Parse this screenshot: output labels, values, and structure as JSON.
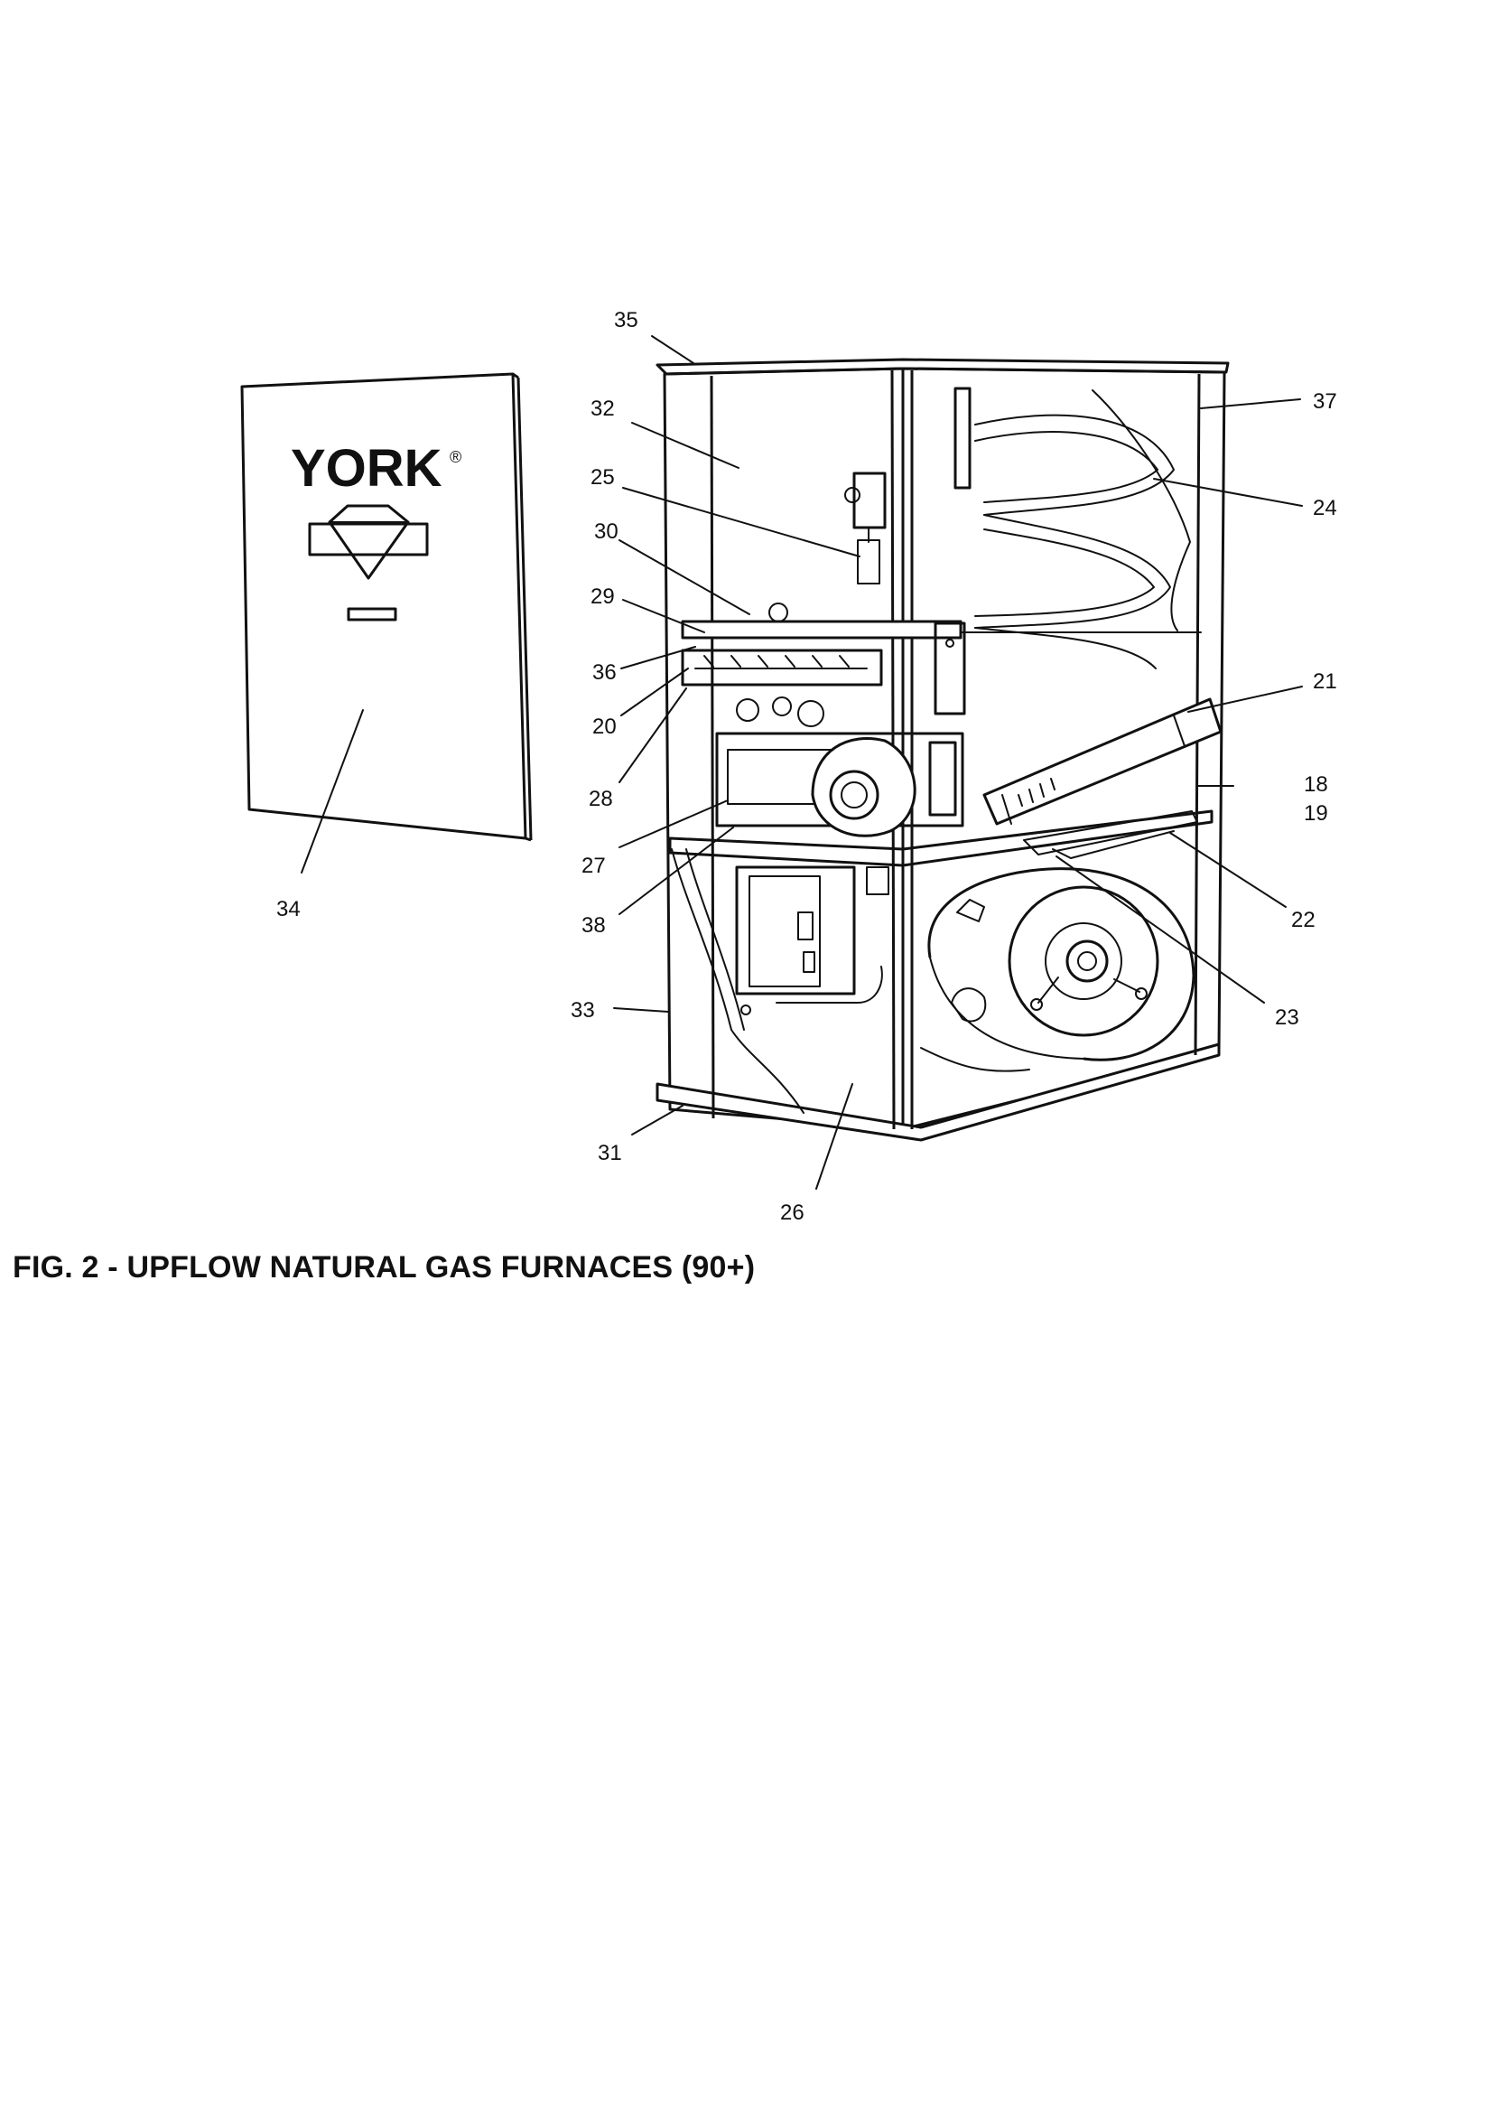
{
  "panel": {
    "brand": "YORK",
    "trademark": "®"
  },
  "callouts": {
    "c35": "35",
    "c32": "32",
    "c25": "25",
    "c30": "30",
    "c29": "29",
    "c36": "36",
    "c20": "20",
    "c28": "28",
    "c27": "27",
    "c38": "38",
    "c33": "33",
    "c31": "31",
    "c26": "26",
    "c37": "37",
    "c24": "24",
    "c21": "21",
    "c18": "18",
    "c19": "19",
    "c22": "22",
    "c23": "23",
    "c34": "34"
  },
  "caption": "FIG. 2 - UPFLOW NATURAL GAS FURNACES (90+)"
}
